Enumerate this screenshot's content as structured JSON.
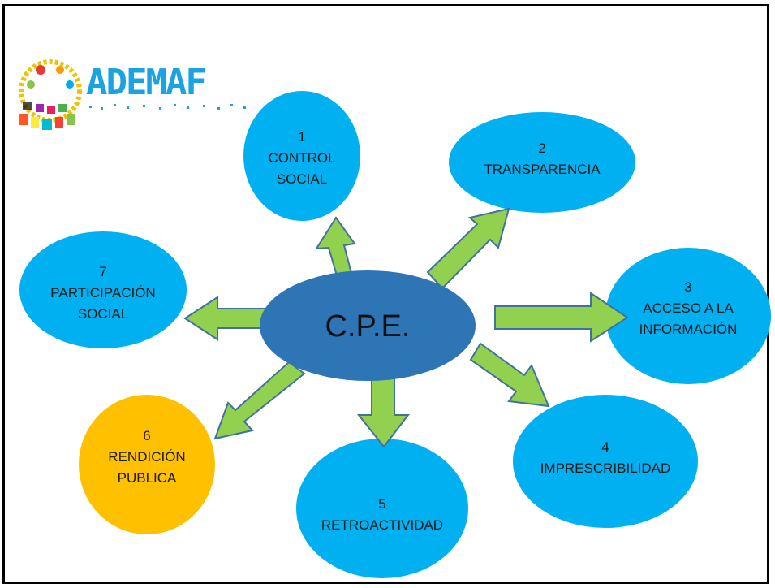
{
  "logo": {
    "name": "ADEMAF"
  },
  "center": {
    "label": "C.P.E."
  },
  "nodes": [
    {
      "id": "control-social",
      "number": "1",
      "lines": [
        "CONTROL",
        "SOCIAL"
      ]
    },
    {
      "id": "transparencia",
      "number": "2",
      "lines": [
        "TRANSPARENCIA"
      ]
    },
    {
      "id": "acceso-informacion",
      "number": "3",
      "lines": [
        "ACCESO A LA",
        "INFORMACIÓN"
      ]
    },
    {
      "id": "imprescribilidad",
      "number": "4",
      "lines": [
        "IMPRESCRIBILIDAD"
      ]
    },
    {
      "id": "retroactividad",
      "number": "5",
      "lines": [
        "RETROACTIVIDAD"
      ]
    },
    {
      "id": "rendicion-publica",
      "number": "6",
      "lines": [
        "RENDICIÓN",
        "PUBLICA"
      ]
    },
    {
      "id": "participacion-social",
      "number": "7",
      "lines": [
        "PARTICIPACIÓN",
        "SOCIAL"
      ]
    }
  ],
  "colors": {
    "node": "#00b0f0",
    "highlight_node": "#ffc000",
    "center": "#2e75b6",
    "arrow": "#92d050",
    "arrow_stroke": "#41719c",
    "logo": "#1aa3e0"
  }
}
